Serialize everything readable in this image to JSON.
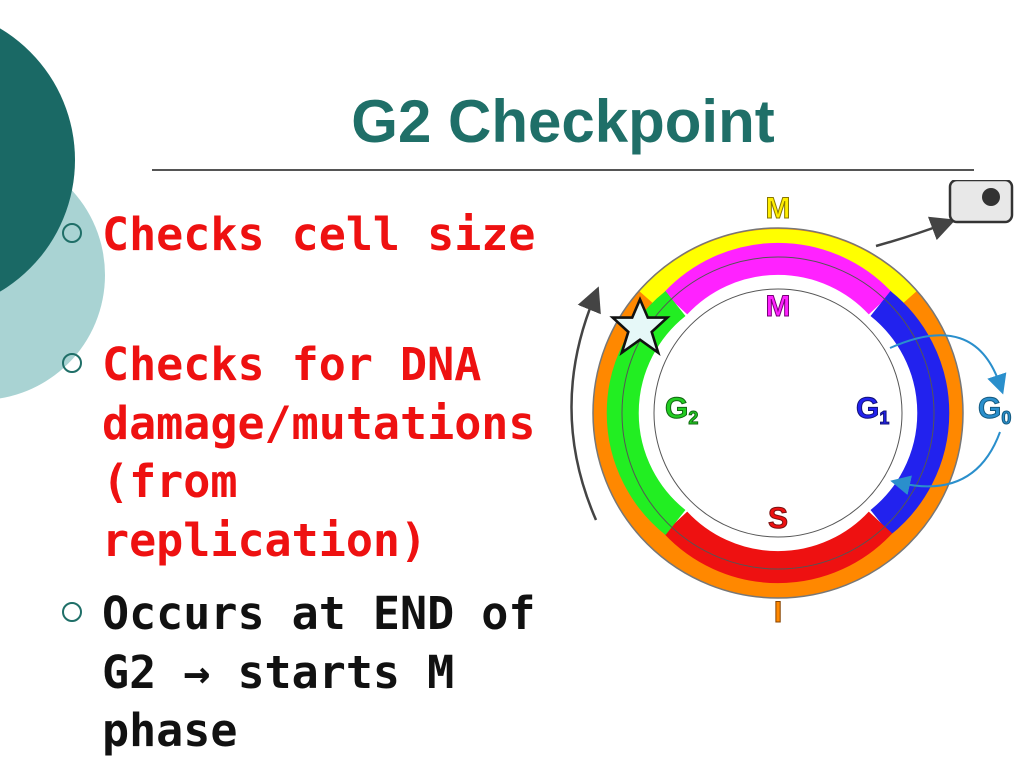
{
  "slide": {
    "title": "G2 Checkpoint",
    "bullets": [
      {
        "text": "Checks cell size",
        "color": "#ee1111"
      },
      {
        "text": "Checks for DNA damage/mutations (from replication)",
        "color": "#ee1111"
      },
      {
        "text": "Occurs at END of G2 → starts M phase",
        "color": "#111111"
      }
    ]
  },
  "diagram": {
    "outer_ring": {
      "top_label": "M",
      "bottom_label": "I",
      "mitosis_color": "#ffff00",
      "interphase_color": "#ff8800"
    },
    "inner_ring": {
      "labels": {
        "top": "M",
        "left": "G",
        "left_sub": "2",
        "right": "G",
        "right_sub": "1",
        "bottom": "S"
      },
      "colors": {
        "M": "#ff22ff",
        "G2": "#22ee22",
        "G1": "#2222ee",
        "S": "#ee1111"
      }
    },
    "g0": {
      "label": "G",
      "sub": "0"
    },
    "star_icon": "checkpoint-star-icon",
    "cell_icon": "dividing-cell-icon"
  },
  "deco_colors": {
    "dark": "#1a6965",
    "light": "#a9d3d3"
  }
}
